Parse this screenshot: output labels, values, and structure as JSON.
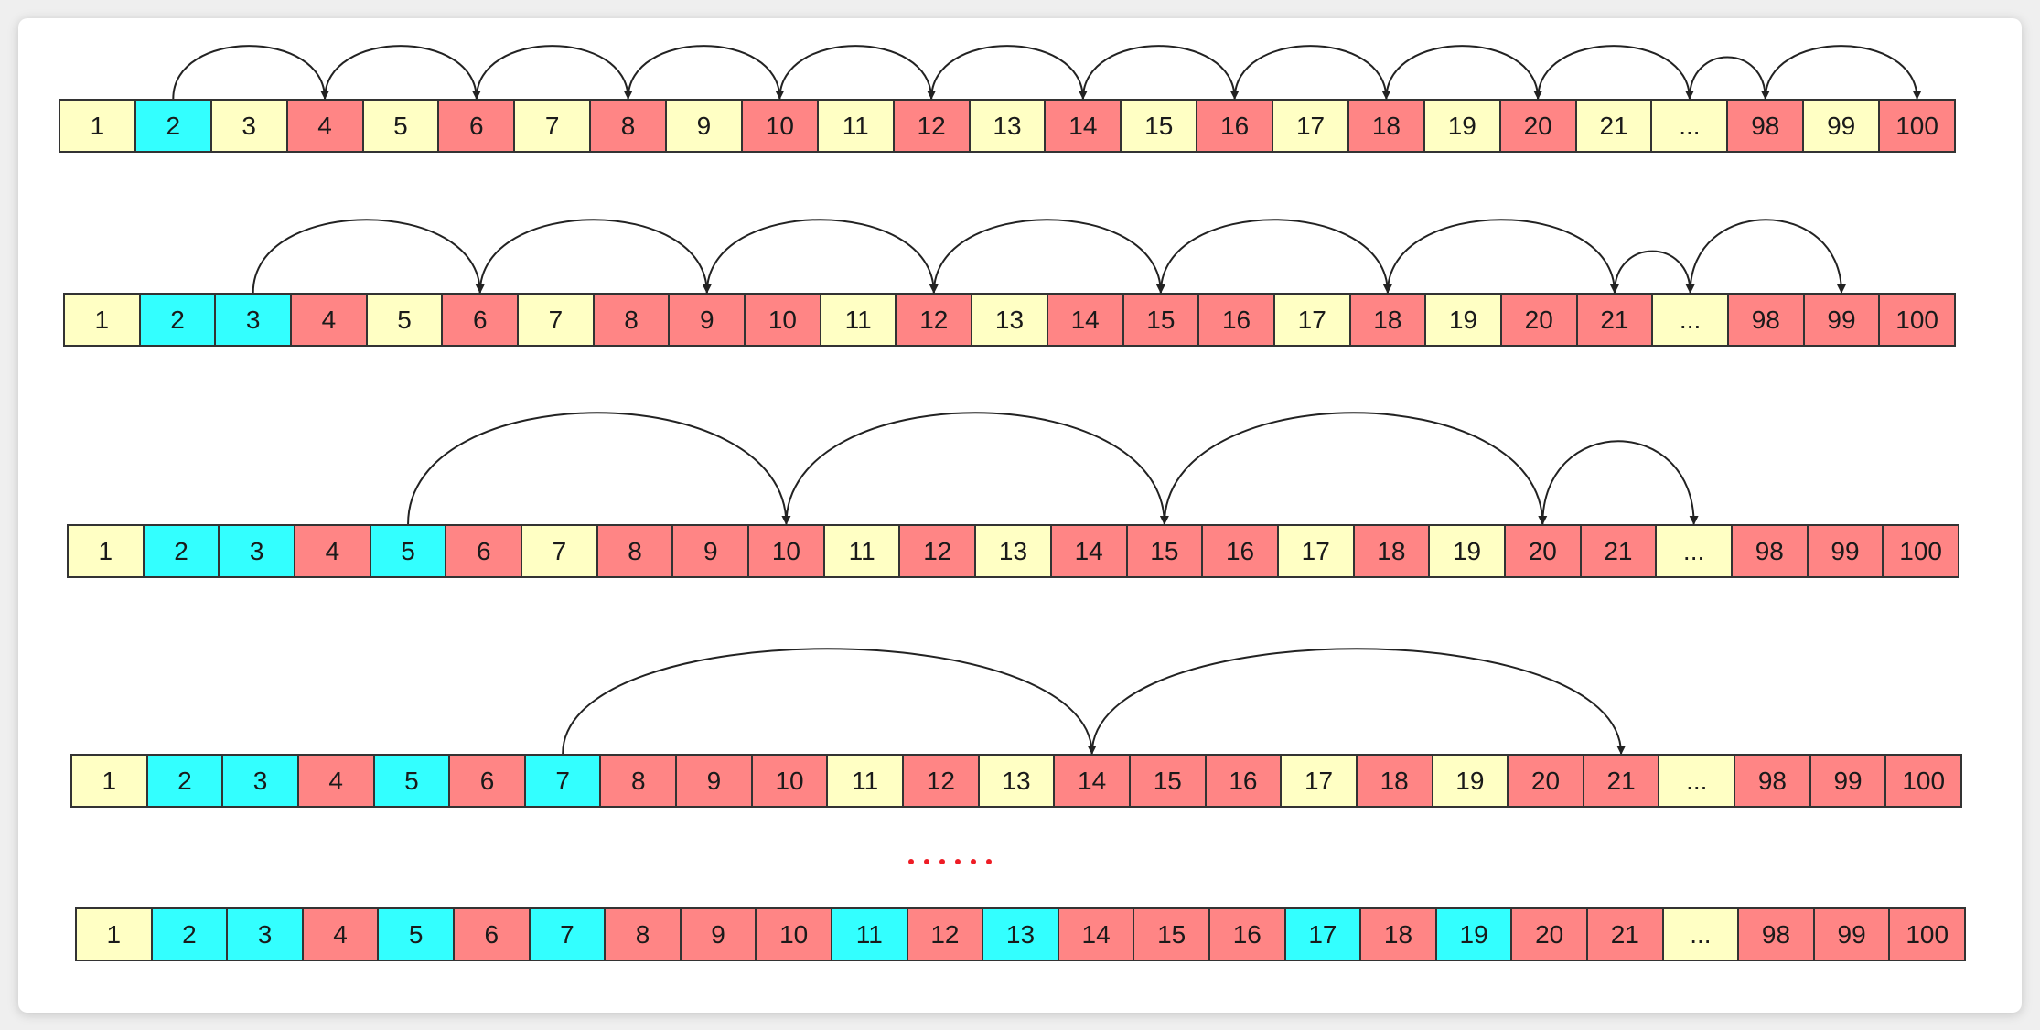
{
  "colors": {
    "Y": "#ffffc4",
    "C": "#33ffff",
    "R": "#ff8585",
    "arrow": "#222222",
    "dots": "#ee1c25"
  },
  "labels": [
    "1",
    "2",
    "3",
    "4",
    "5",
    "6",
    "7",
    "8",
    "9",
    "10",
    "11",
    "12",
    "13",
    "14",
    "15",
    "16",
    "17",
    "18",
    "19",
    "20",
    "21",
    "...",
    "98",
    "99",
    "100"
  ],
  "rows": [
    {
      "colors": "YCYRYRYRYRYRYRYRYRYRYYRYR",
      "arcs": [
        [
          "2",
          "4"
        ],
        [
          "4",
          "6"
        ],
        [
          "6",
          "8"
        ],
        [
          "8",
          "10"
        ],
        [
          "10",
          "12"
        ],
        [
          "12",
          "14"
        ],
        [
          "14",
          "16"
        ],
        [
          "16",
          "18"
        ],
        [
          "18",
          "20"
        ],
        [
          "20",
          "..."
        ],
        [
          "...",
          "98"
        ],
        [
          "98",
          "100"
        ]
      ]
    },
    {
      "colors": "YCCRYRYRRRYRYRRRYRYRRYRRR",
      "arcs": [
        [
          "3",
          "6"
        ],
        [
          "6",
          "9"
        ],
        [
          "9",
          "12"
        ],
        [
          "12",
          "15"
        ],
        [
          "15",
          "18"
        ],
        [
          "18",
          "21"
        ],
        [
          "21",
          "..."
        ],
        [
          "...",
          "99"
        ]
      ]
    },
    {
      "colors": "YCCRCRYRRRYRYRRRYRYRRYRRR",
      "arcs": [
        [
          "5",
          "10"
        ],
        [
          "10",
          "15"
        ],
        [
          "15",
          "20"
        ],
        [
          "20",
          "..."
        ]
      ]
    },
    {
      "colors": "YCCRCRCRRRYRYRRRYRYRRYRRR",
      "arcs": [
        [
          "7",
          "14"
        ],
        [
          "14",
          "21"
        ]
      ]
    },
    {
      "colors": "YCCRCRCRRRCRCRRRCRCRRYRRR",
      "arcs": []
    }
  ],
  "ellipsis_dots": 6
}
